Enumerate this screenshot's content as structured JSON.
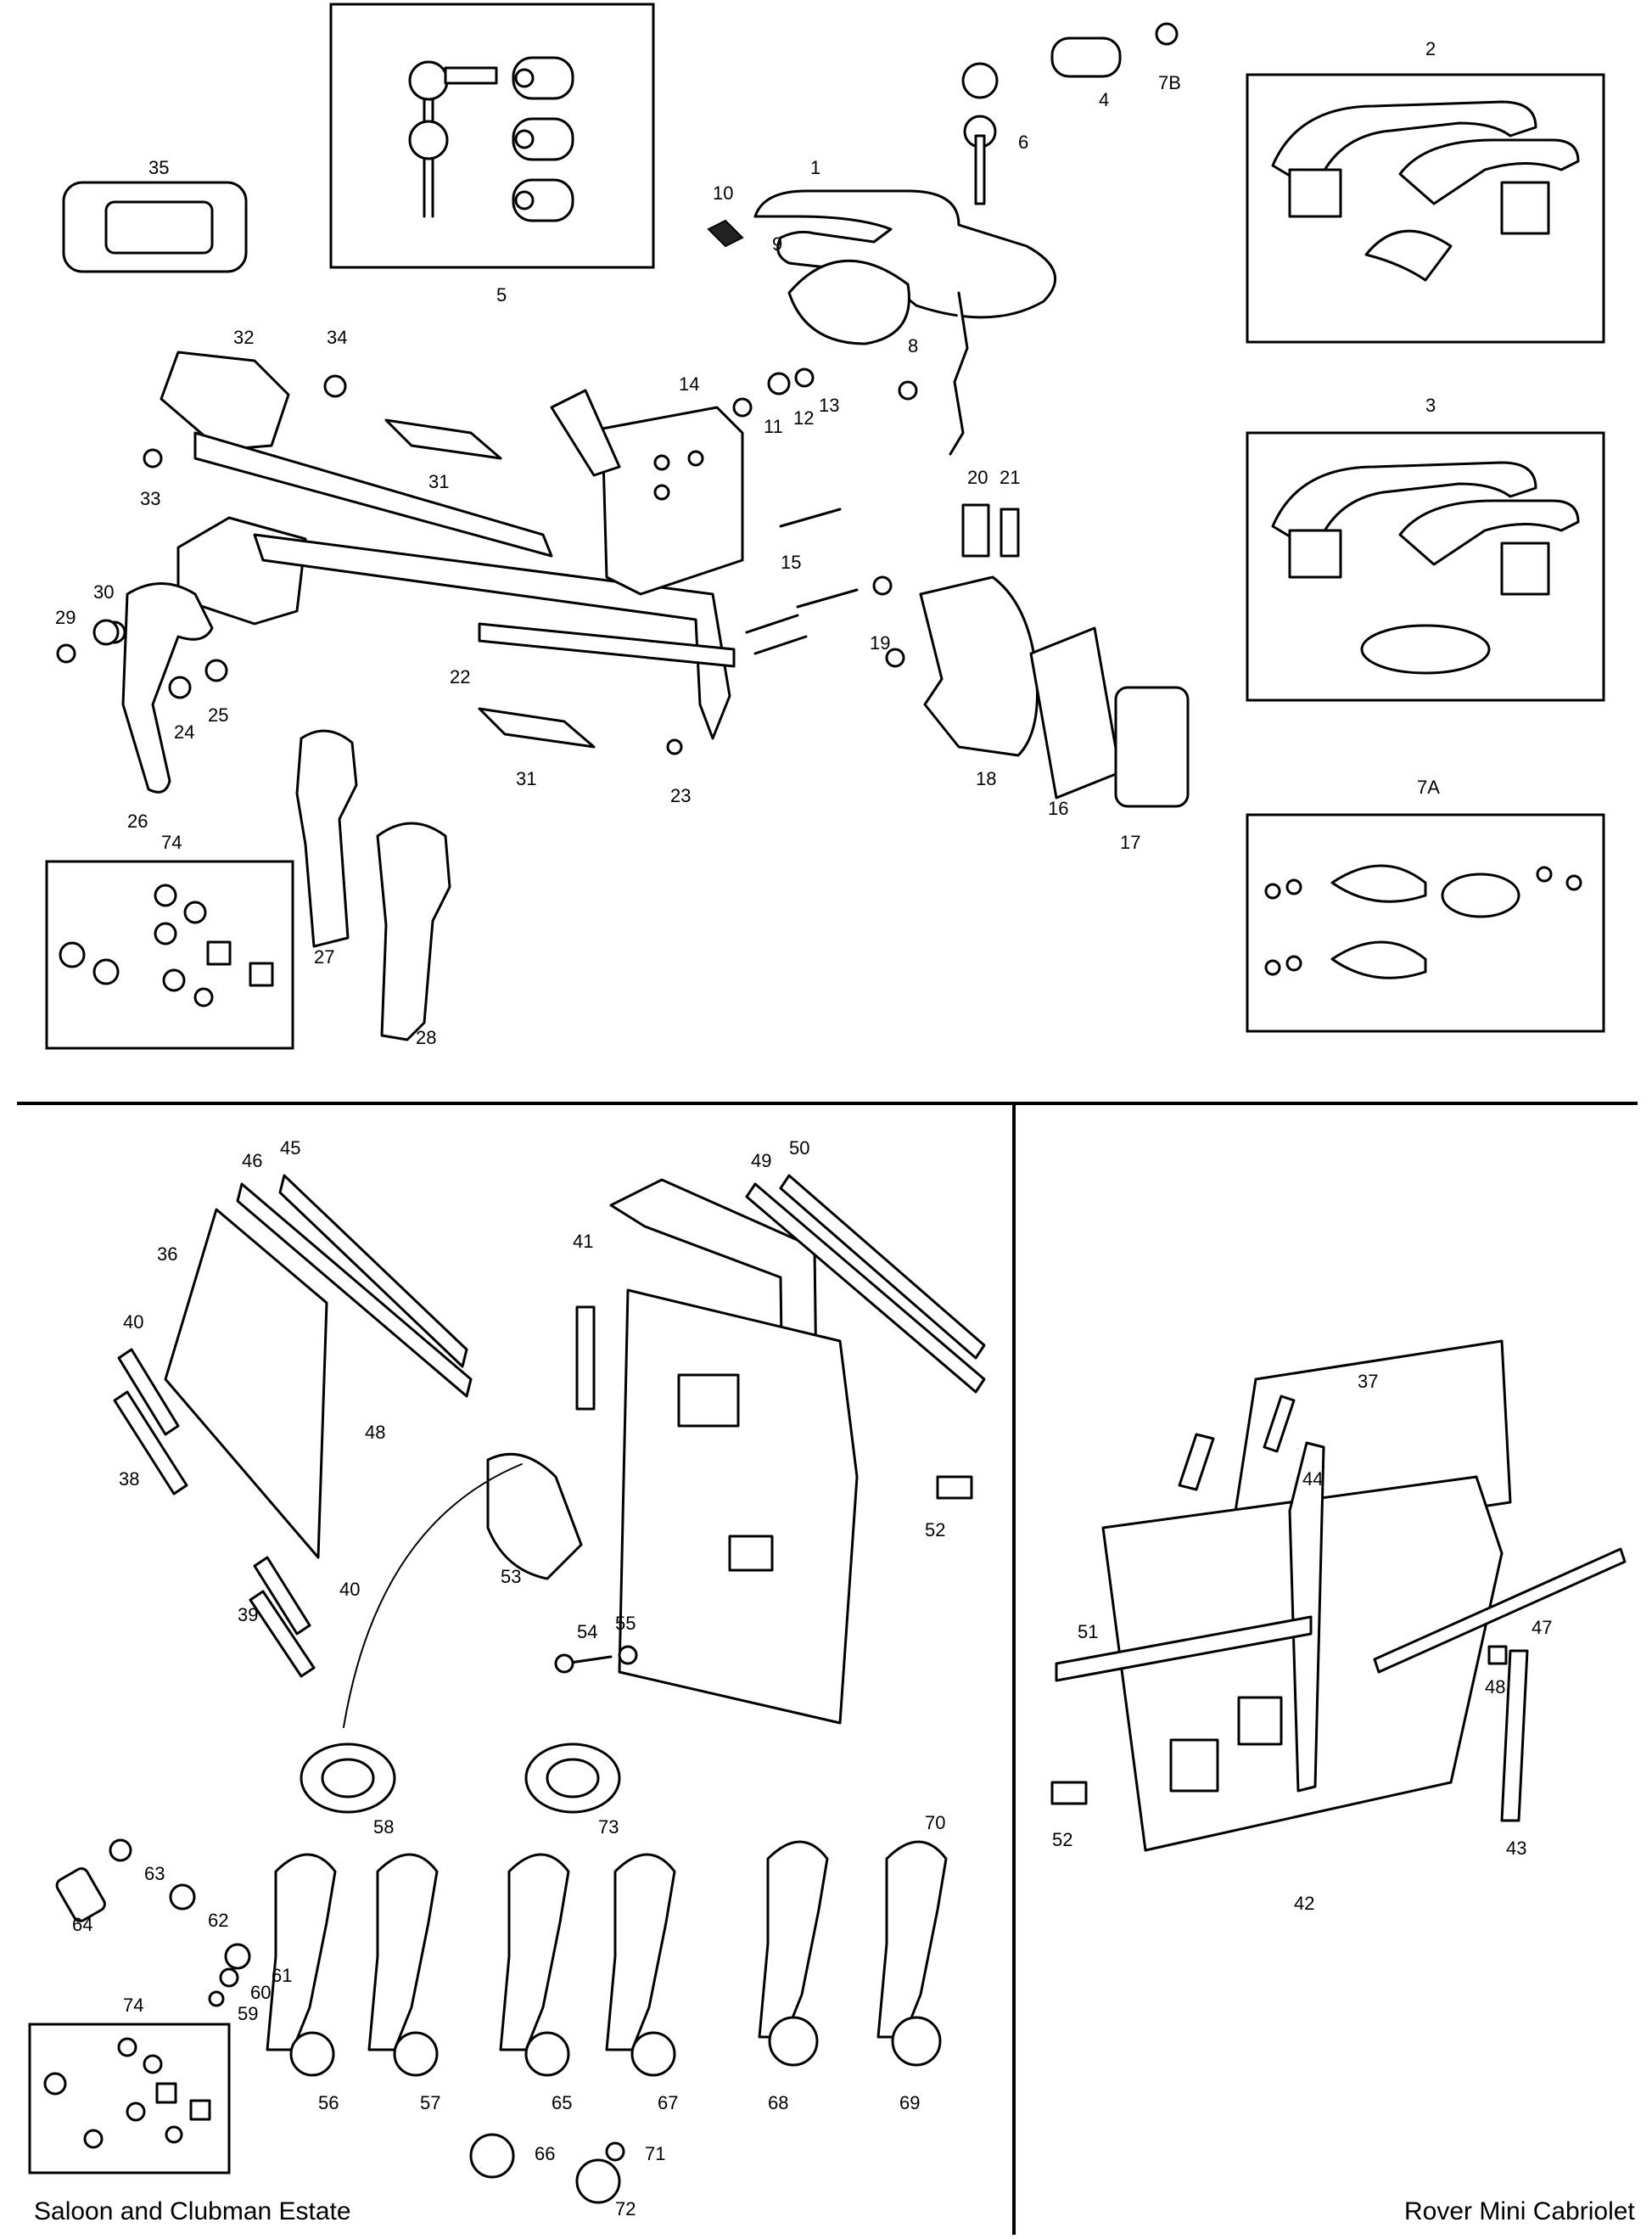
{
  "colors": {
    "ink": "#000000",
    "paper": "#ffffff"
  },
  "captions": {
    "left": "Saloon and Clubman Estate",
    "right": "Rover Mini Cabriolet"
  },
  "callouts": [
    "1",
    "2",
    "3",
    "4",
    "5",
    "6",
    "7A",
    "7B",
    "8",
    "9",
    "10",
    "11",
    "12",
    "13",
    "14",
    "15",
    "16",
    "17",
    "18",
    "19",
    "20",
    "21",
    "22",
    "23",
    "24",
    "25",
    "26",
    "27",
    "28",
    "29",
    "30",
    "31",
    "31",
    "32",
    "33",
    "34",
    "35",
    "36",
    "37",
    "38",
    "39",
    "40",
    "40",
    "41",
    "42",
    "43",
    "44",
    "45",
    "46",
    "47",
    "48",
    "48",
    "49",
    "50",
    "51",
    "52",
    "52",
    "53",
    "54",
    "55",
    "56",
    "57",
    "58",
    "59",
    "60",
    "61",
    "62",
    "63",
    "64",
    "65",
    "66",
    "67",
    "68",
    "69",
    "70",
    "71",
    "72",
    "73",
    "74",
    "74"
  ]
}
